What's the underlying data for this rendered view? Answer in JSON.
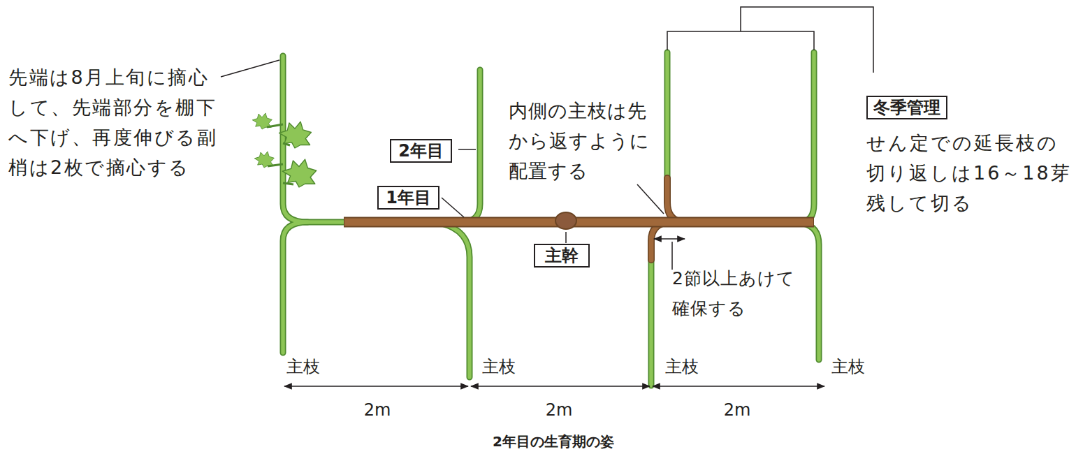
{
  "diagram": {
    "caption": "2年目の生育期の姿",
    "nodes": [
      {
        "text": [
          "冬季管理"
        ]
      },
      {
        "text": [
          "2年目"
        ]
      },
      {
        "text": [
          "1年目"
        ]
      },
      {
        "text": [
          "主幹"
        ]
      }
    ],
    "labels": [
      "先端は8月上旬に摘心して、先端部分を棚下へ下げ、再度伸びる副梢は2枚で摘心する",
      "内側の主枝は先から返すように配置する",
      "せん定での延長枝の切り返しは16～18芽残して切る",
      "2節以上あけて確保する",
      "主枝",
      "主枝",
      "主枝",
      "主枝",
      "2m",
      "2m",
      "2m"
    ]
  }
}
